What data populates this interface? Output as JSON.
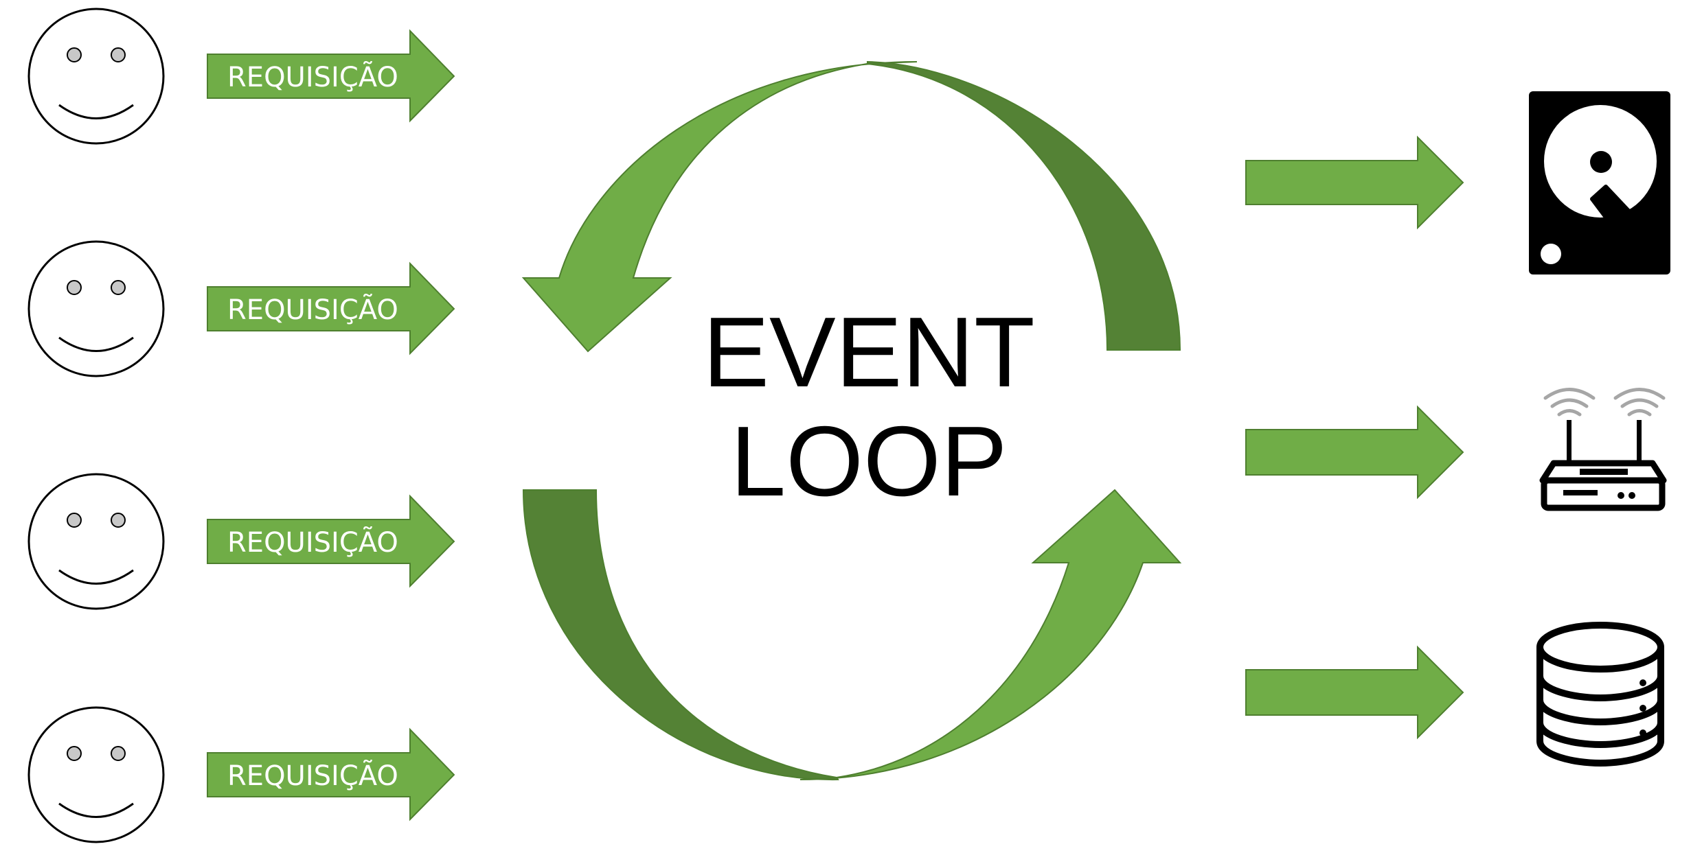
{
  "title": {
    "line1": "EVENT",
    "line2": "LOOP"
  },
  "requests": [
    {
      "label": "REQUISIÇÃO"
    },
    {
      "label": "REQUISIÇÃO"
    },
    {
      "label": "REQUISIÇÃO"
    },
    {
      "label": "REQUISIÇÃO"
    }
  ],
  "resources": [
    {
      "icon": "hard-disk-icon"
    },
    {
      "icon": "wifi-router-icon"
    },
    {
      "icon": "database-icon"
    }
  ],
  "colors": {
    "arrow_light": "#70ad47",
    "arrow_dark": "#548235",
    "arrow_stroke": "#4e7f2f",
    "face_eye": "#c8c8c8",
    "icon": "#000000",
    "wifi_wave": "#a6a6a6"
  }
}
